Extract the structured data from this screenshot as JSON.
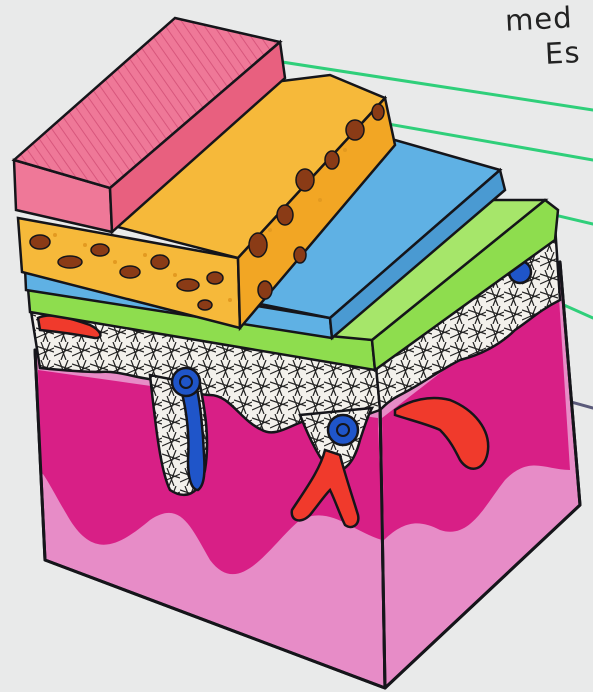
{
  "labels": {
    "line1": "med",
    "line2": "Es"
  },
  "colors": {
    "paper": "#e9eaea",
    "outline": "#15151a",
    "pink_layer": "#ef7898",
    "yellow_layer": "#f6b93a",
    "blue_layer": "#5fb1e4",
    "green_layer": "#8edd4e",
    "mesh_layer": "#f3f1ec",
    "magenta_layer": "#d81f86",
    "light_pink_layer": "#e78cc7",
    "red_vessel": "#f03a2c",
    "blue_vessel": "#1f55c9",
    "leader_line": "#2fcf7a",
    "brown_spots": "#8a3b16"
  },
  "icons": {
    "pointer_lines": "leader-line-icons"
  }
}
